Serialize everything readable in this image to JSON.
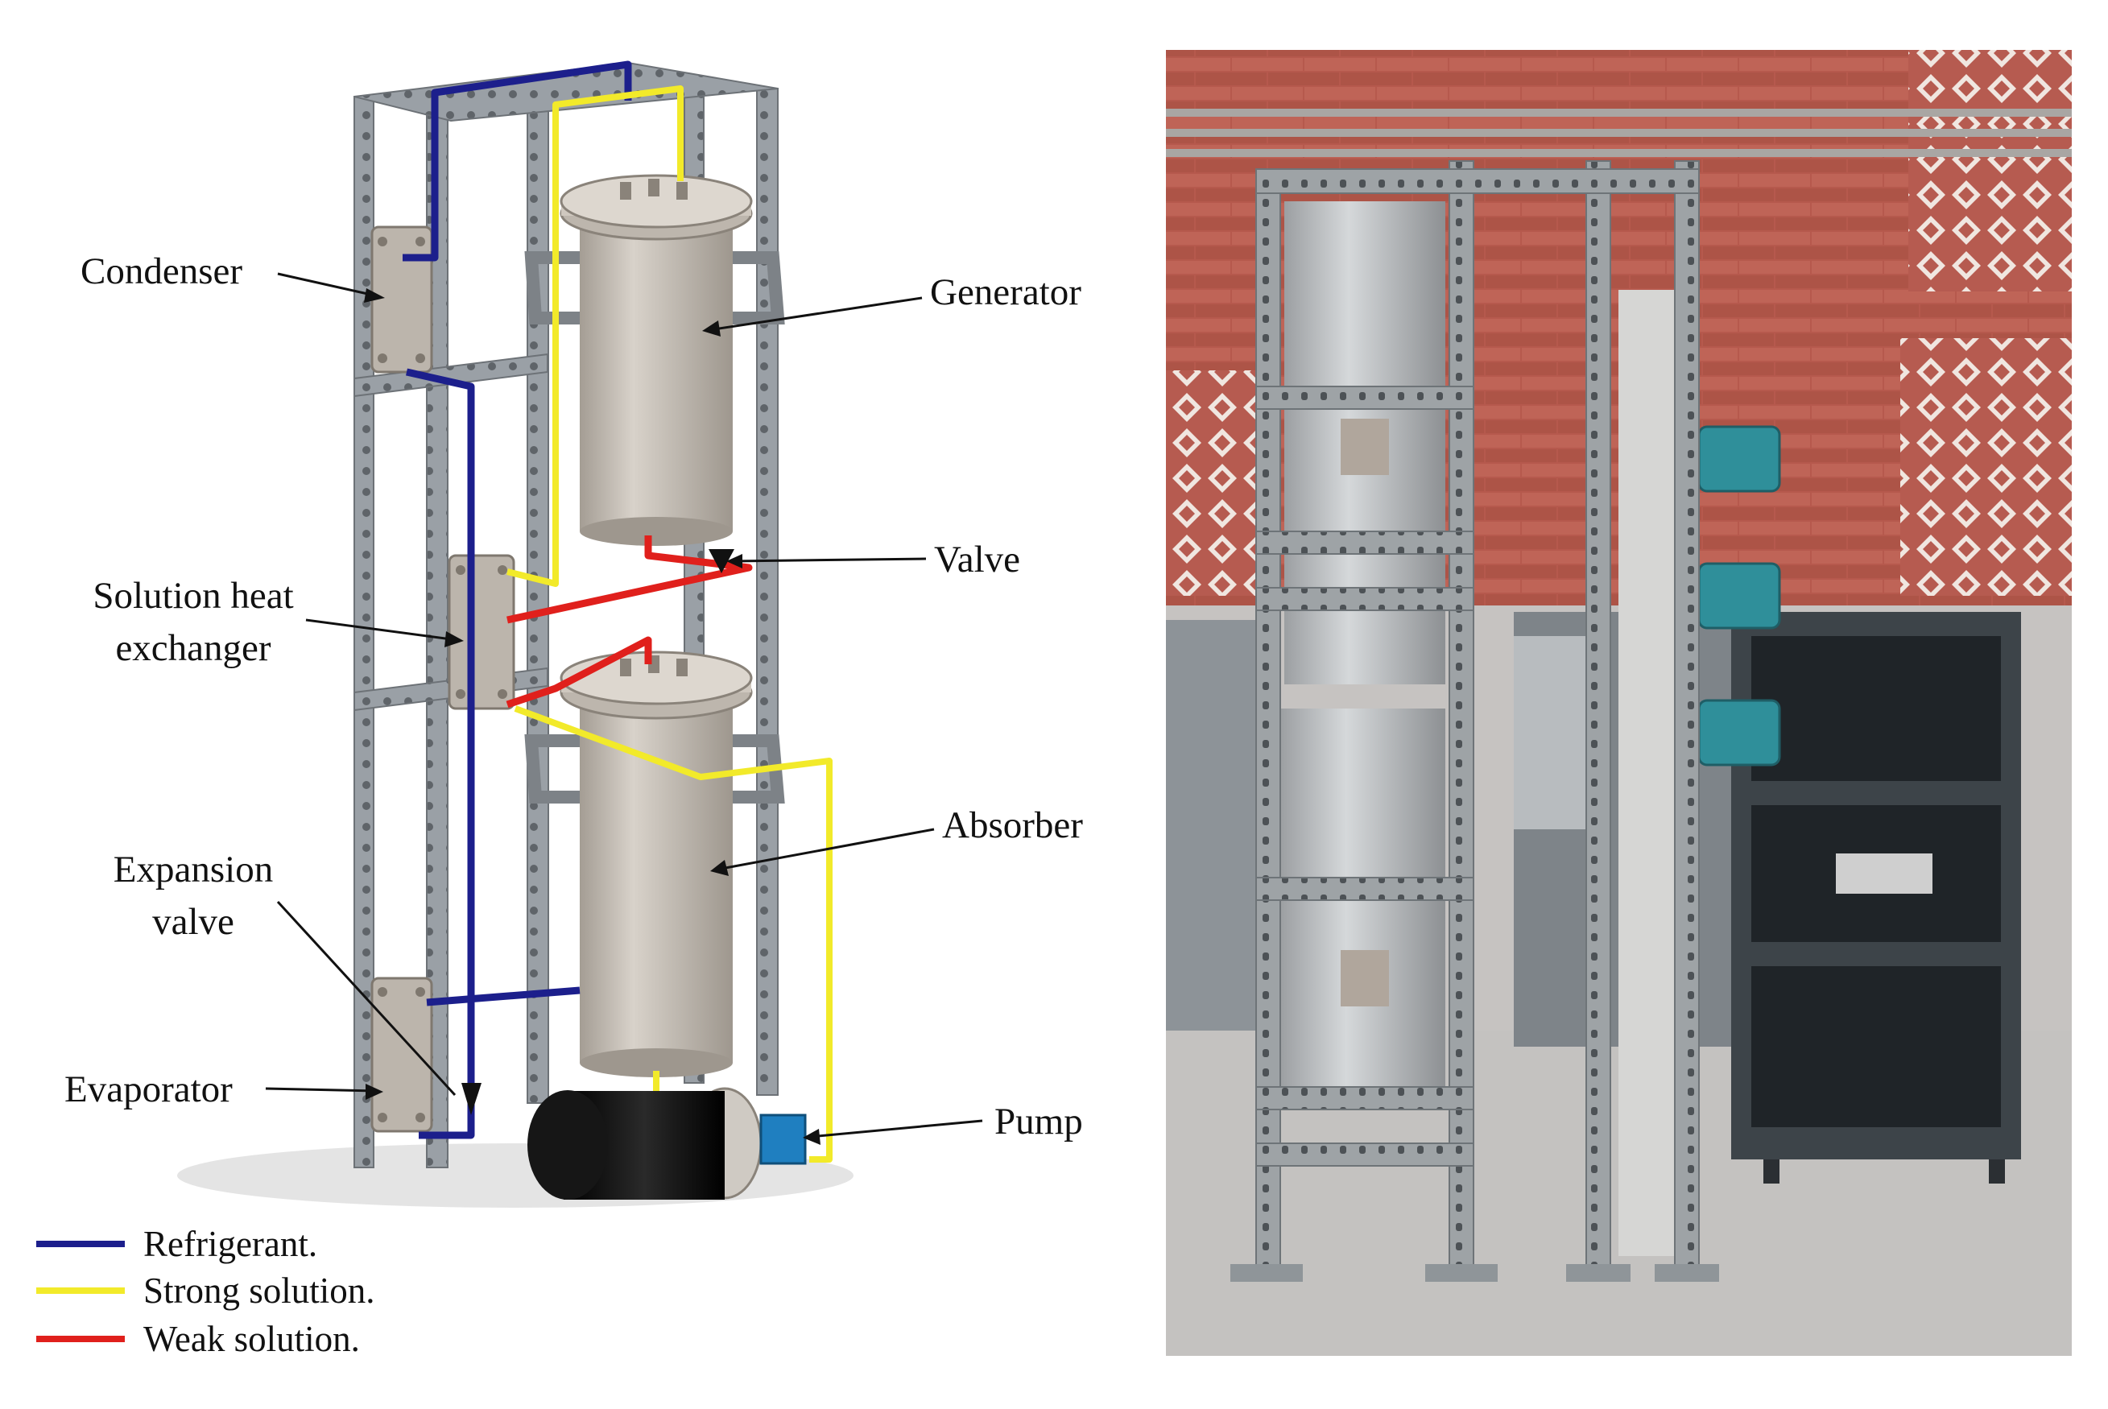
{
  "labels": {
    "condenser": "Condenser",
    "generator": "Generator",
    "valve": "Valve",
    "solution_heat_exchanger_line1": "Solution heat",
    "solution_heat_exchanger_line2": "exchanger",
    "absorber": "Absorber",
    "expansion_valve_line1": "Expansion",
    "expansion_valve_line2": "valve",
    "evaporator": "Evaporator",
    "pump": "Pump"
  },
  "legend": [
    {
      "label": "Refrigerant.",
      "color": "#1c1f8c"
    },
    {
      "label": "Strong solution.",
      "color": "#f2ea2a"
    },
    {
      "label": "Weak solution.",
      "color": "#e0201c"
    }
  ],
  "colors": {
    "refrigerant": "#1c1f8c",
    "strong_solution": "#f2ea2a",
    "weak_solution": "#e0201c",
    "frame": "#8e9297",
    "vessel": "#c9c3bb",
    "pump_motor": "#111111",
    "pump_head": "#1f7fc0",
    "brick": "#b5584c",
    "floor": "#c4c2c0"
  },
  "icons": {
    "diagram": "cad-render-absorption-chiller",
    "photo": "prototype-photo"
  }
}
